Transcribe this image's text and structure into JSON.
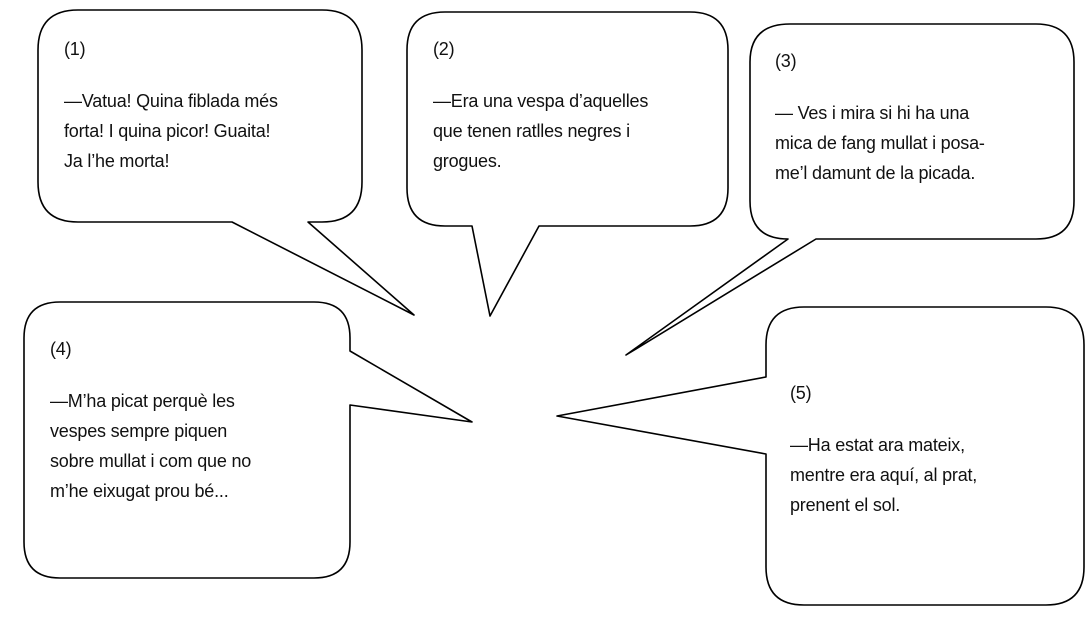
{
  "bubbles": [
    {
      "number": "(1)",
      "lines": [
        "—Vatua! Quina fiblada més",
        "forta! I quina picor! Guaita!",
        "Ja l’he morta!"
      ]
    },
    {
      "number": "(2)",
      "lines": [
        "—Era una vespa d’aquelles",
        "que tenen ratlles negres i",
        "grogues."
      ]
    },
    {
      "number": "(3)",
      "lines": [
        "— Ves i mira si hi ha una",
        "mica de fang mullat i posa-",
        "me’l damunt de la picada."
      ]
    },
    {
      "number": "(4)",
      "lines": [
        "—M’ha picat perquè les",
        "vespes sempre piquen",
        "sobre mullat i com que no",
        "m’he eixugat prou bé..."
      ]
    },
    {
      "number": "(5)",
      "lines": [
        "—Ha estat ara mateix,",
        "mentre era aquí, al prat,",
        "prenent el sol."
      ]
    }
  ],
  "colors": {
    "stroke": "#000000",
    "background": "#ffffff",
    "text": "#111111"
  }
}
